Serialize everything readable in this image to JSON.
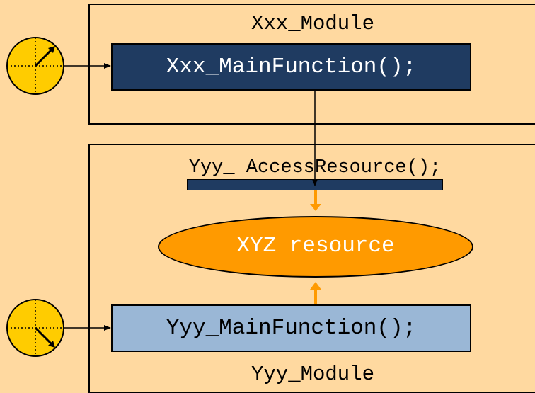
{
  "modules": {
    "xxx": {
      "title": "Xxx_Module",
      "function": "Xxx_MainFunction();"
    },
    "yyy": {
      "title": "Yyy_Module",
      "function": "Yyy_MainFunction();",
      "access_function": "Yyy_ AccessResource();"
    }
  },
  "resource": {
    "label": "XYZ resource"
  },
  "icons": {
    "timer_top": "clock-icon",
    "timer_bottom": "clock-icon"
  },
  "colors": {
    "background": "#ffd9a0",
    "dark_function": "#1f3b61",
    "light_function": "#9ab7d6",
    "resource": "#ff9a00",
    "clock": "#ffcc00"
  }
}
